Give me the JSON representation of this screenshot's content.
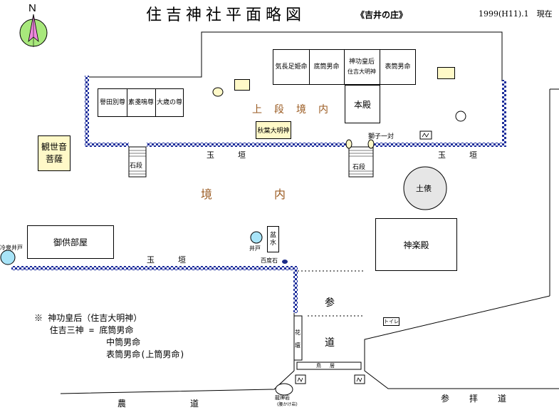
{
  "header": {
    "title": "住吉神社平面略図",
    "subtitle": "《吉井の庄》",
    "date": "1999(H11).1　現在",
    "north_label": "N"
  },
  "upper_precinct": {
    "label": "上段境内",
    "hall_label": "本殿",
    "shrines_east": [
      "気長足姫命",
      "底筒男命",
      "神功皇后",
      "住吉大明神",
      "表筒男命"
    ],
    "shrines_west": [
      "譽田別尊",
      "素戔嗚尊",
      "大歳の尊"
    ],
    "sub_shrine": "秋葉大明神",
    "lions": "獅子一対"
  },
  "walls": {
    "tamagaki": "玉垣",
    "stone_steps": "石段"
  },
  "lower_precinct": {
    "label": "境内",
    "kannon": "観世音菩薩",
    "dohyo": "土俵",
    "kagura": "神楽殿",
    "kugu": "御供部屋",
    "well": "井戸",
    "cold_well": "冷泉井戸",
    "bonsui": "盆水",
    "hyakudo": "百度石",
    "flower": "花壇",
    "toilet": "トイレ",
    "torii": "鳥居",
    "ryujin": "龍神岩",
    "ryujin_sub": "(腰かけ岩)"
  },
  "roads": {
    "approach": "参道",
    "farm_road": "農道",
    "worship_road": "参拝道"
  },
  "note": {
    "lines": [
      "※ 神功皇后（住吉大明神）",
      "   住吉三神 = 底筒男命",
      "              中筒男命",
      "              表筒男命(上筒男命)"
    ]
  },
  "colors": {
    "checker_blue": "#1e2f9c",
    "well_blue": "#a8e4f8",
    "yellow": "#fff9c8",
    "label_brown": "#9a5a20",
    "dohyo_gray": "#e6e6e6",
    "compass_green": "#a8e87c",
    "compass_pink": "#ee88dd"
  }
}
